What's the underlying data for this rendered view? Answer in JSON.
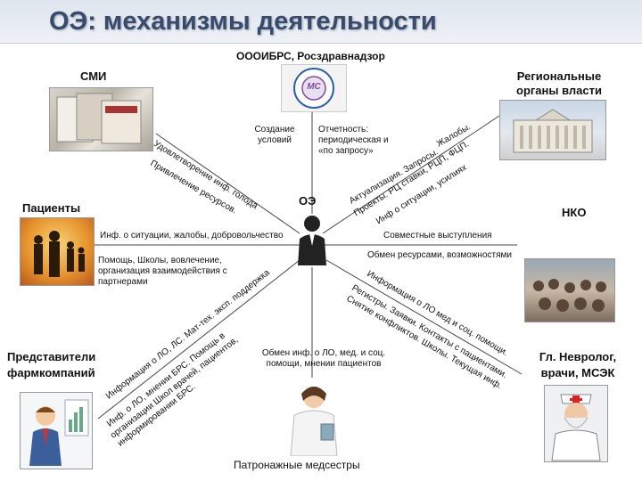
{
  "title": "ОЭ: механизмы деятельности",
  "top_org": "ОООИБРС, Росздравнадзор",
  "center": "ОЭ",
  "nodes": {
    "smi": "СМИ",
    "regional": "Региональные органы власти",
    "patients": "Пациенты",
    "nko": "НКО",
    "pharma": "Представители фармкомпаний",
    "neurologist": "Гл. Невролог, врачи, МСЭК",
    "nurses": "Патронажные медсестры"
  },
  "labels": {
    "creation": "Создание условий",
    "reporting": "Отчетность: периодическая и «по запросу»",
    "smi_arc_1": "Удовлетворение инф. голода",
    "smi_arc_2": "Привлечение ресурсов.",
    "regional_arc_1": "Жалобы.",
    "regional_arc_2": "Актуализация. Запросы.",
    "regional_arc_3": "Проекты. РЦ ставки, РЦП, ФЦП.",
    "regional_arc_4": "Инф о ситуации, усилиях",
    "patients_line": "Инф. о ситуации, жалобы, добровольчество",
    "nko_line": "Совместные выступления",
    "nko_line_2": "Обмен ресурсами, возможностями",
    "patients_help": "Помощь, Школы, вовлечение, организация взаимодействия с партнерами",
    "pharma_arc_1": "Информация о ЛО, ЛС. Мат-тех. эксп. поддержка",
    "pharma_arc_2": "Инф. о ЛО, мнении БРС. Помощь в",
    "pharma_arc_3": "организации Школ врачей, пациентов,",
    "pharma_arc_4": "информировании БРС.",
    "neuro_arc_1": "Информация о ЛО мед и соц. помощи.",
    "neuro_arc_2": "Регистры. Заявки. Контакты с пациентами.",
    "neuro_arc_3": "Снятие конфликтов. Школы. Текущая инф.",
    "nurses_line": "Обмен инф. о ЛО, мед. и соц. помощи, мнении пациентов"
  },
  "logo": {
    "text": "МС",
    "colors": {
      "ring": "#2f5fa7",
      "center": "#7e4b9e"
    }
  },
  "colors": {
    "title": "#3a4a6b",
    "line": "#444444"
  }
}
